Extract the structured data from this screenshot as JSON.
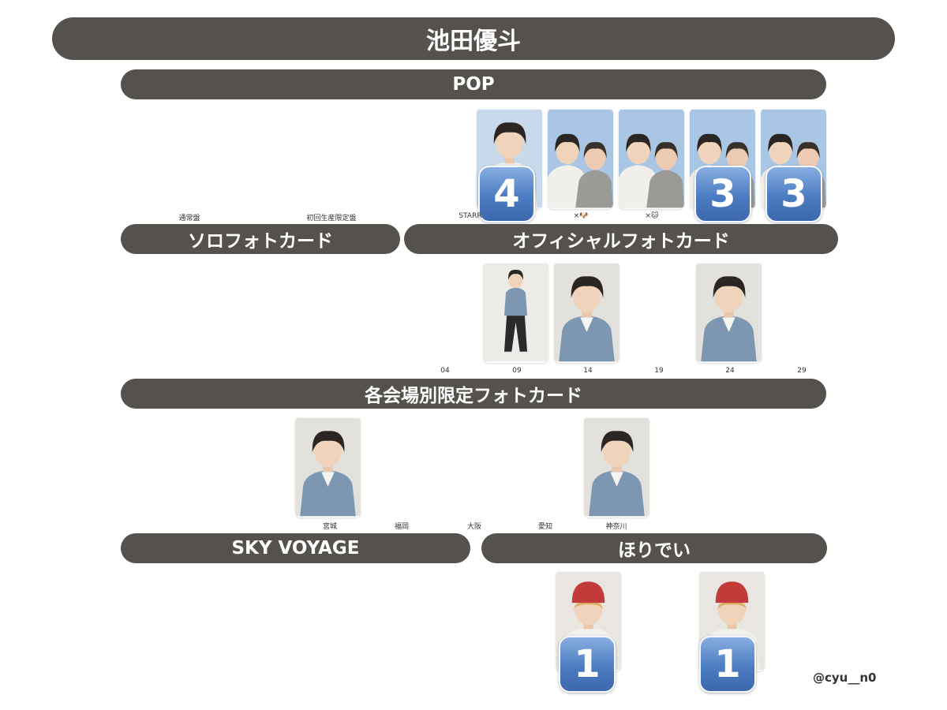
{
  "title": "池田優斗",
  "credit": "@cyu__n0",
  "colors": {
    "header_bar": "#55524d",
    "badge": "#4c7cc2"
  },
  "sections": {
    "pop": {
      "title": "POP",
      "labels": [
        "通常盤",
        "初回生産限定盤",
        "STARR",
        "×🐶",
        "×🐱"
      ],
      "cards": [
        {
          "icon": "photo-card-icon",
          "badge": "4"
        },
        {
          "icon": "photo-card-icon"
        },
        {
          "icon": "photo-card-icon"
        },
        {
          "icon": "photo-card-icon",
          "badge": "3"
        },
        {
          "icon": "photo-card-icon",
          "badge": "3"
        }
      ]
    },
    "solo": {
      "title": "ソロフォトカード"
    },
    "official": {
      "title": "オフィシャルフォトカード",
      "labels": [
        "04",
        "09",
        "14",
        "19",
        "24",
        "29"
      ],
      "cards": [
        {
          "icon": "photo-card-icon"
        },
        {
          "icon": "photo-card-icon"
        },
        {
          "icon": "photo-card-icon"
        }
      ]
    },
    "venue": {
      "title": "各会場別限定フォトカード",
      "labels": [
        "宮城",
        "福岡",
        "大阪",
        "愛知",
        "神奈川"
      ],
      "cards": [
        {
          "icon": "photo-card-icon"
        },
        {
          "icon": "photo-card-icon"
        }
      ]
    },
    "sky": {
      "title": "SKY VOYAGE"
    },
    "horidei": {
      "title": "ほりでい",
      "cards": [
        {
          "icon": "photo-card-icon",
          "badge": "1"
        },
        {
          "icon": "photo-card-icon",
          "badge": "1"
        }
      ]
    }
  }
}
